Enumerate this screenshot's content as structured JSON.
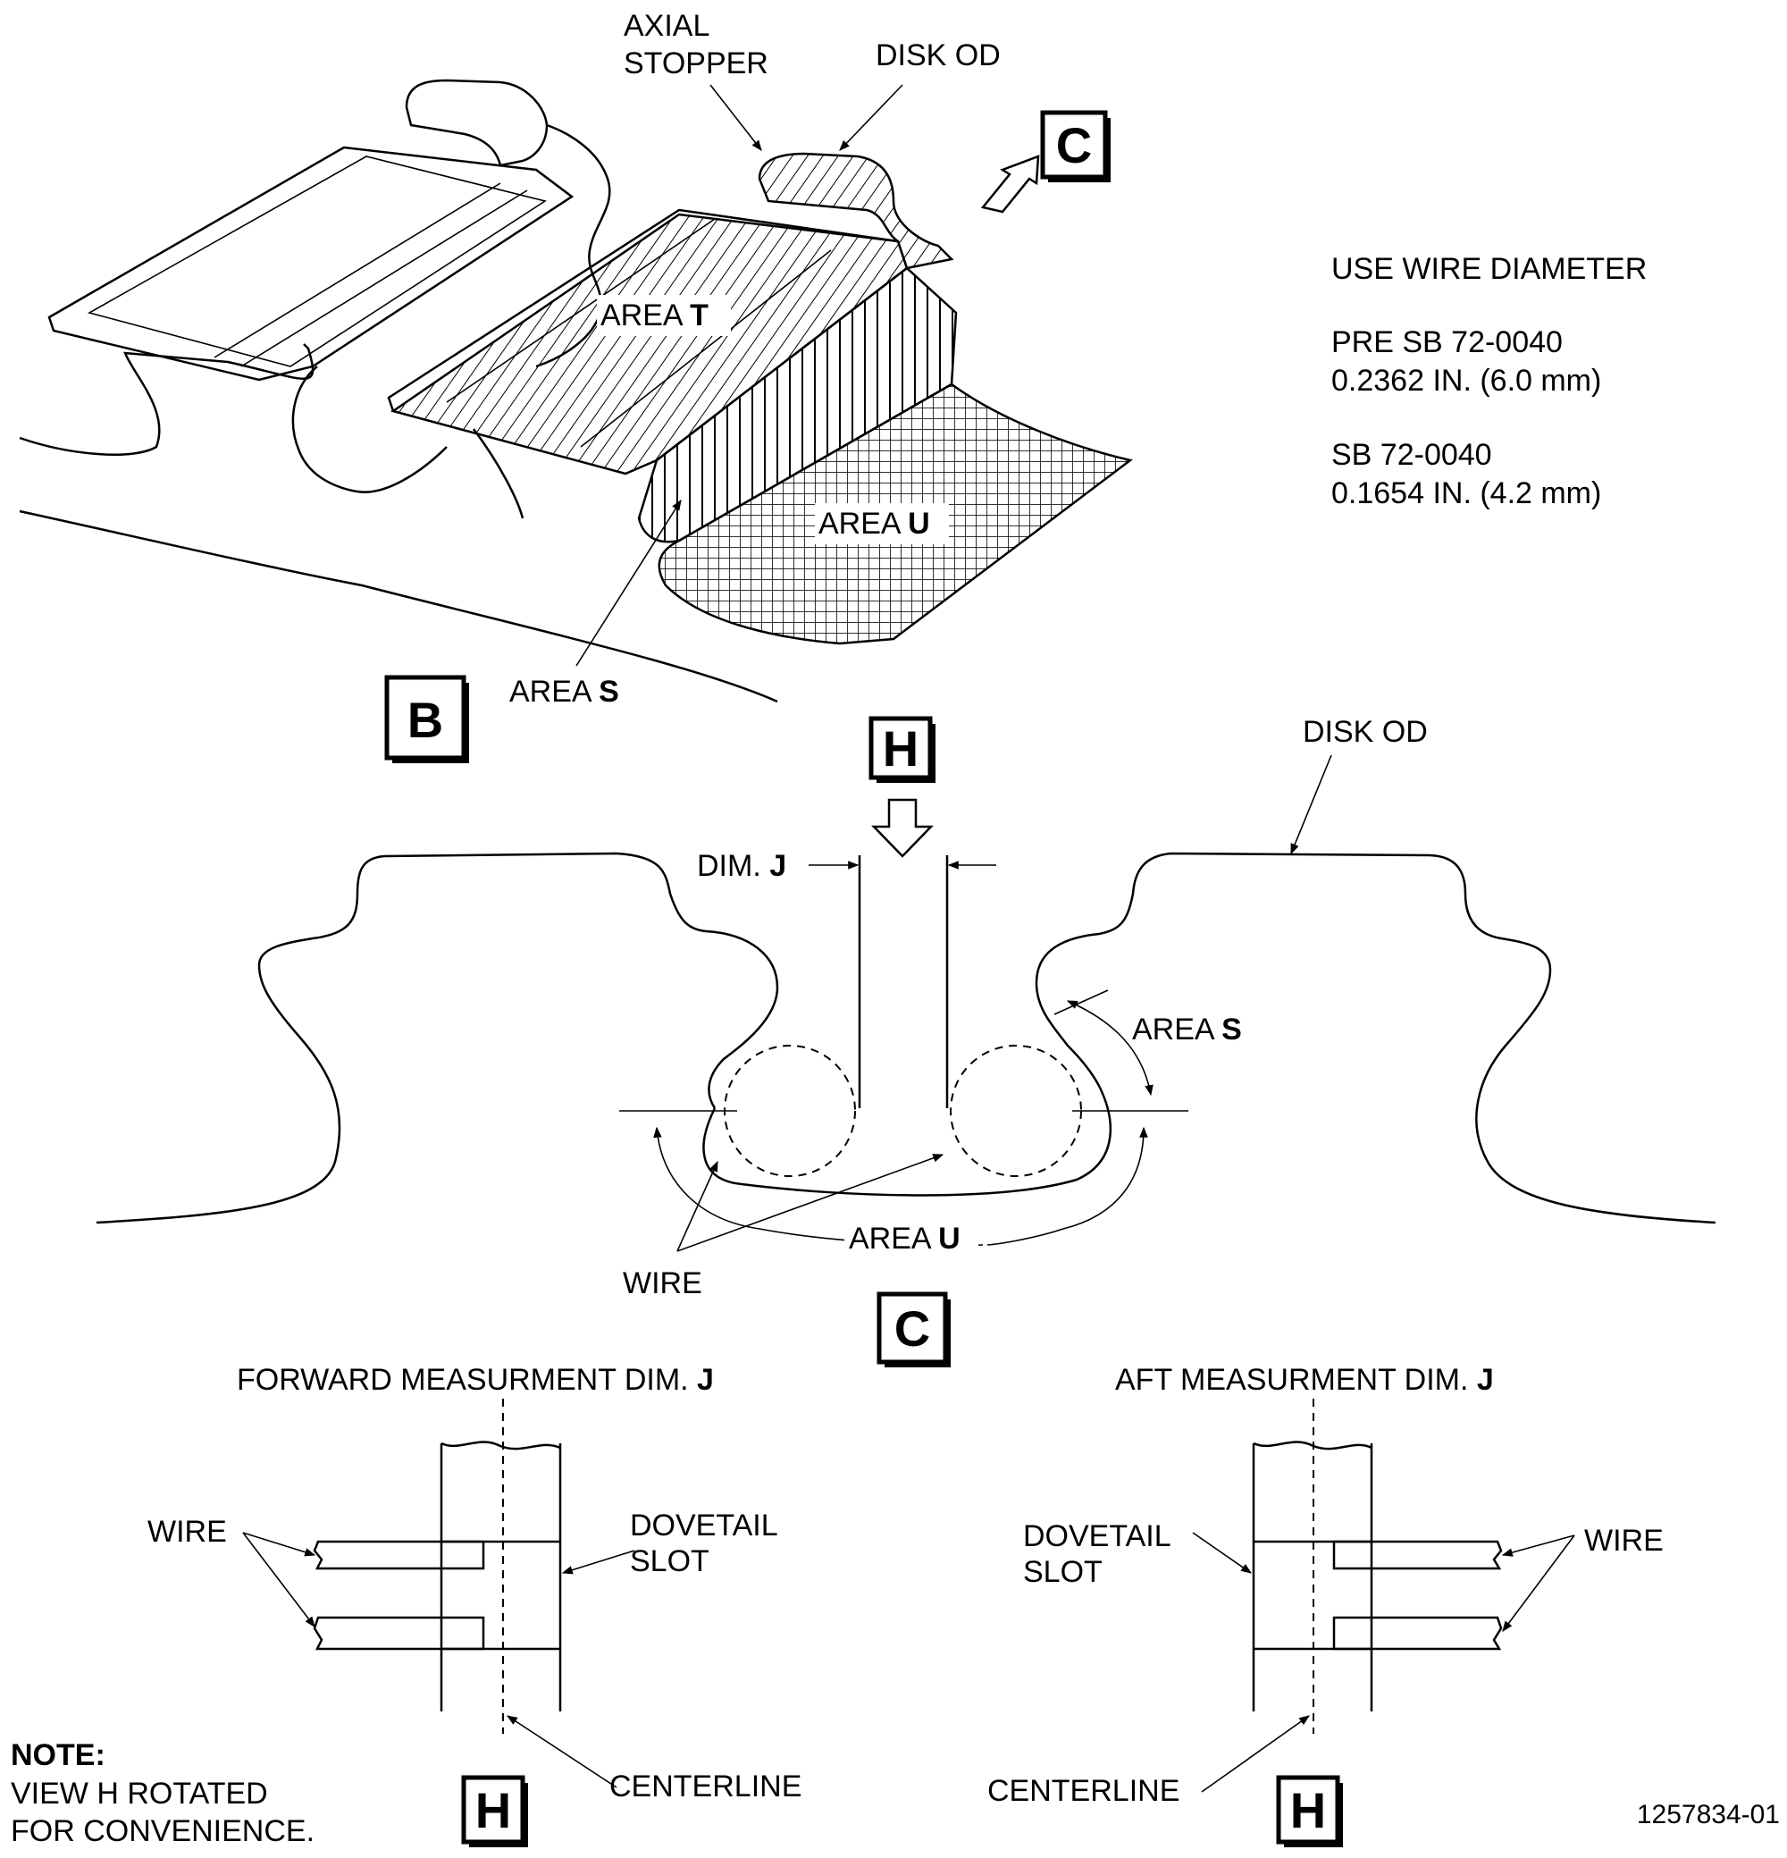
{
  "labels": {
    "axial_stopper_1": "AXIAL",
    "axial_stopper_2": "STOPPER",
    "disk_od_top": "DISK OD",
    "area_t_prefix": "AREA ",
    "area_t_letter": "T",
    "area_u_prefix": "AREA ",
    "area_u_letter": "U",
    "area_s_prefix": "AREA ",
    "area_s_letter": "S",
    "disk_od_mid": "DISK OD",
    "dim_j_prefix": "DIM. ",
    "dim_j_letter": "J",
    "area_s2_prefix": "AREA ",
    "area_s2_letter": "S",
    "area_u2_prefix": "AREA ",
    "area_u2_letter": "U",
    "wire_mid": "WIRE",
    "forward_title_prefix": "FORWARD MEASURMENT DIM. ",
    "forward_title_letter": "J",
    "aft_title_prefix": "AFT MEASURMENT DIM. ",
    "aft_title_letter": "J",
    "wire_left": "WIRE",
    "wire_right": "WIRE",
    "dovetail_left_1": "DOVETAIL",
    "dovetail_left_2": "SLOT",
    "dovetail_right_1": "DOVETAIL",
    "dovetail_right_2": "SLOT",
    "centerline_left": "CENTERLINE",
    "centerline_right": "CENTERLINE"
  },
  "view_boxes": {
    "c_top": "C",
    "b": "B",
    "h_top": "H",
    "c_mid": "C",
    "h_left": "H",
    "h_right": "H"
  },
  "wire_spec": {
    "heading": "USE WIRE DIAMETER",
    "pre_label": "PRE SB 72-0040",
    "pre_value": "0.2362 IN. (6.0 mm)",
    "post_label": "SB 72-0040",
    "post_value": "0.1654 IN. (4.2 mm)"
  },
  "note": {
    "title": "NOTE:",
    "line1": "VIEW H ROTATED",
    "line2": "FOR CONVENIENCE."
  },
  "figure_number": "1257834-01"
}
